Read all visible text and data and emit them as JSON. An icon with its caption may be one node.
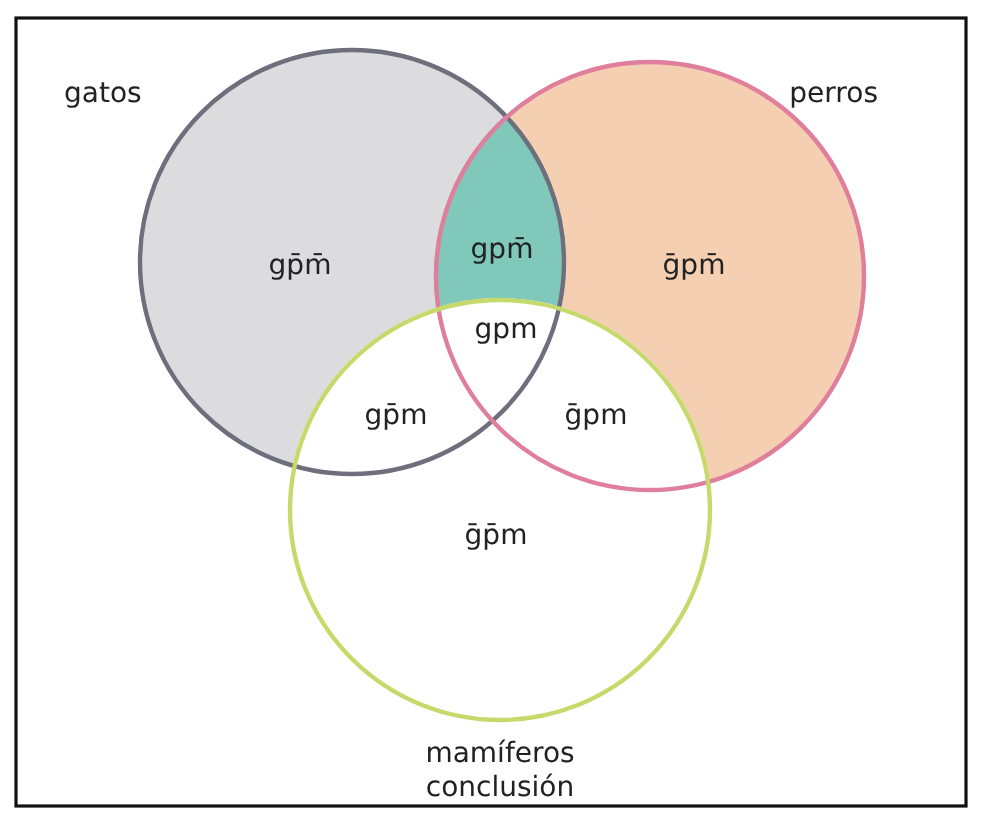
{
  "diagram": {
    "nodes": [
      {
        "text": [
          "gatos"
        ]
      },
      {
        "text": [
          "perros"
        ]
      },
      {
        "text": [
          "mamíferos",
          "conclusión"
        ]
      }
    ],
    "labels": [
      "gp̄m̄",
      "gpm̄",
      "ḡpm̄",
      "gpm",
      "gp̄m",
      "ḡpm",
      "ḡp̄m"
    ]
  }
}
